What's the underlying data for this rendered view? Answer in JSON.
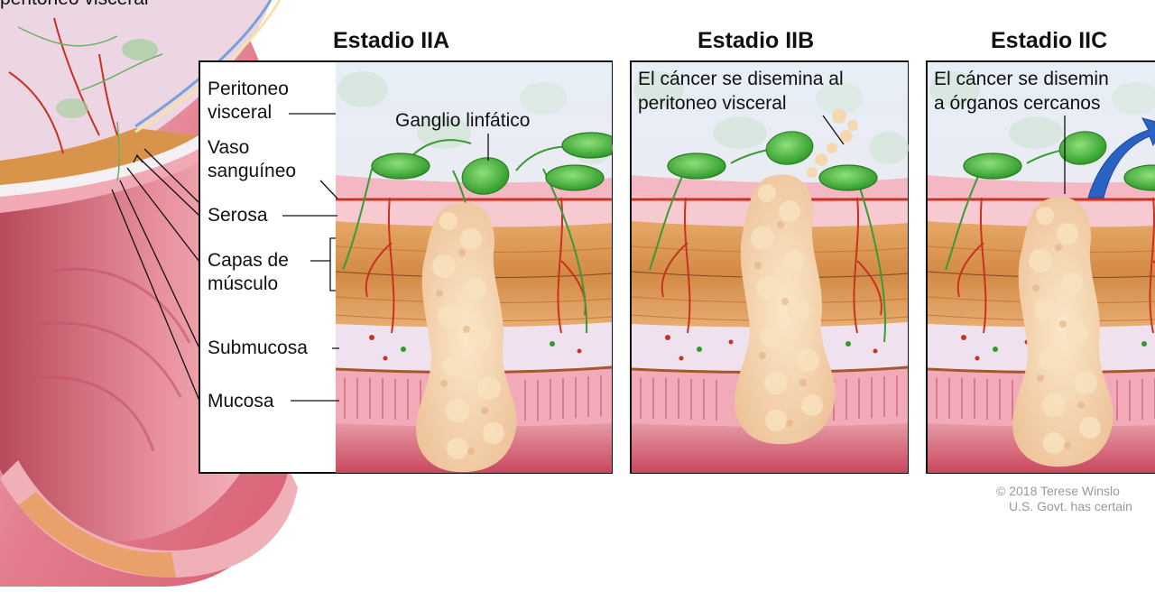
{
  "top_label": "peritoneo visceral",
  "stages": [
    {
      "title": "Estadio IIA"
    },
    {
      "title": "Estadio IIB",
      "caption_lines": [
        "El cáncer se disemina al",
        "peritoneo visceral"
      ]
    },
    {
      "title": "Estadio IIC",
      "caption_lines": [
        "El cáncer se disemin",
        "a órganos cercanos"
      ]
    }
  ],
  "layer_labels": {
    "peritoneo_line1": "Peritoneo",
    "peritoneo_line2": "visceral",
    "vaso_line1": "Vaso",
    "vaso_line2": "sanguíneo",
    "serosa": "Serosa",
    "capas_line1": "Capas de",
    "capas_line2": "músculo",
    "submucosa": "Submucosa",
    "mucosa": "Mucosa"
  },
  "lymph_node_label": "Ganglio linfático",
  "copyright_lines": [
    "© 2018 Terese Winslo",
    "U.S. Govt. has certain"
  ],
  "colors": {
    "bowel_pink": "#e88a9a",
    "mucosa_pink": "#f0a8b4",
    "muscle_orange": "#d99a55",
    "serosa_pink": "#f3b9c3",
    "submucosa": "#efe4ee",
    "lymph_green": "#58c24a",
    "vessel_red": "#c8321e",
    "tumor": "#f2d2a6",
    "arrow_blue": "#2a62c4"
  }
}
